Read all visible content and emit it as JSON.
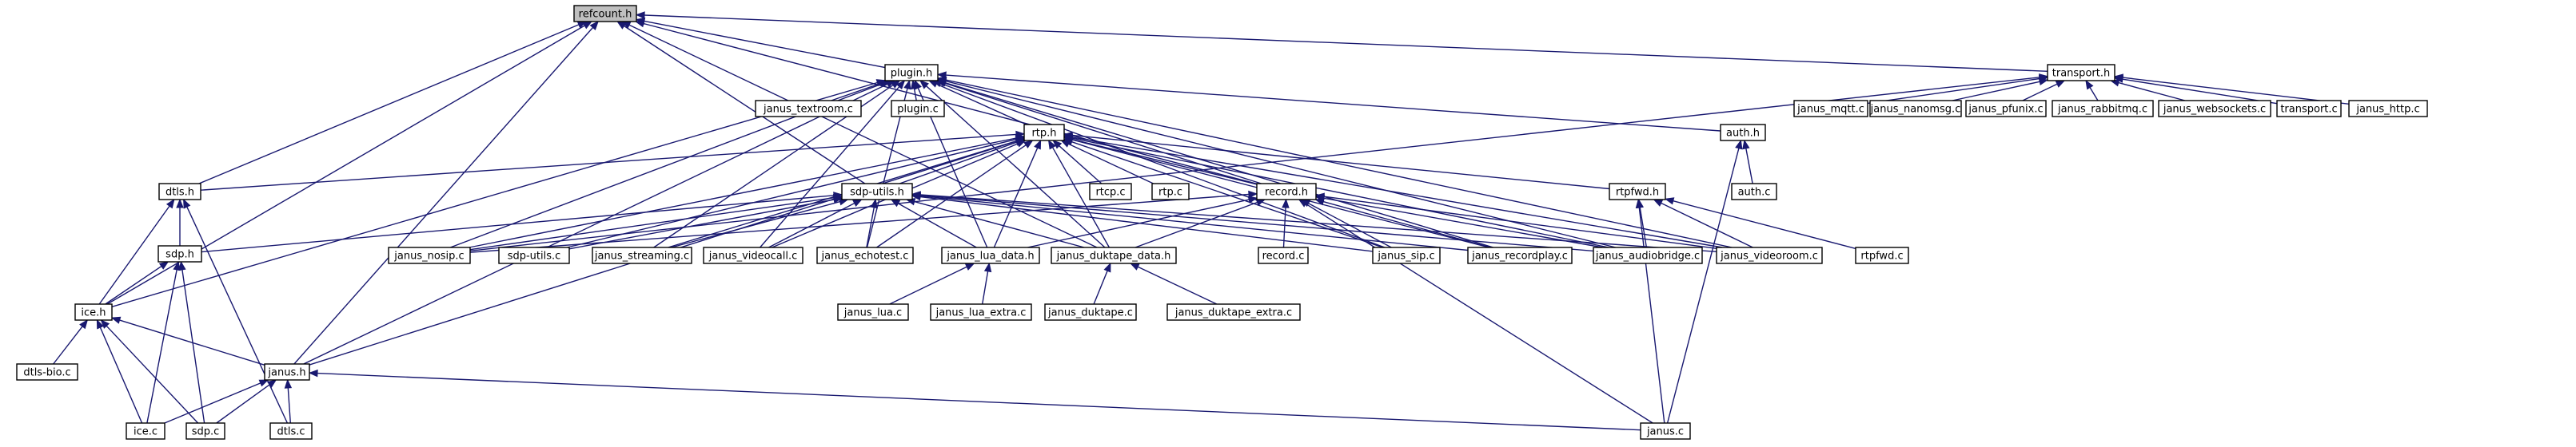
{
  "diagram": {
    "type": "include-dependency-graph",
    "colors": {
      "edge": "#191970",
      "node_border": "#000000",
      "node_fill": "#ffffff",
      "root_fill": "#bfbfbf",
      "text": "#000000"
    },
    "nodes": [
      {
        "id": "refcount_h",
        "label": "refcount.h",
        "root": true
      },
      {
        "id": "plugin_h",
        "label": "plugin.h"
      },
      {
        "id": "transport_h",
        "label": "transport.h"
      },
      {
        "id": "janus_textroom_c",
        "label": "janus_textroom.c"
      },
      {
        "id": "plugin_c",
        "label": "plugin.c"
      },
      {
        "id": "rtp_h",
        "label": "rtp.h"
      },
      {
        "id": "janus_mqtt_c",
        "label": "janus_mqtt.c"
      },
      {
        "id": "janus_nanomsg_c",
        "label": "janus_nanomsg.c"
      },
      {
        "id": "janus_pfunix_c",
        "label": "janus_pfunix.c"
      },
      {
        "id": "janus_rabbitmq_c",
        "label": "janus_rabbitmq.c"
      },
      {
        "id": "janus_websockets_c",
        "label": "janus_websockets.c"
      },
      {
        "id": "transport_c",
        "label": "transport.c"
      },
      {
        "id": "janus_http_c",
        "label": "janus_http.c"
      },
      {
        "id": "auth_h",
        "label": "auth.h"
      },
      {
        "id": "auth_c",
        "label": "auth.c"
      },
      {
        "id": "dtls_h",
        "label": "dtls.h"
      },
      {
        "id": "sdp_utils_h",
        "label": "sdp-utils.h"
      },
      {
        "id": "rtcp_c",
        "label": "rtcp.c"
      },
      {
        "id": "rtp_c",
        "label": "rtp.c"
      },
      {
        "id": "record_h",
        "label": "record.h"
      },
      {
        "id": "rtpfwd_h",
        "label": "rtpfwd.h"
      },
      {
        "id": "sdp_h",
        "label": "sdp.h"
      },
      {
        "id": "janus_nosip_c",
        "label": "janus_nosip.c"
      },
      {
        "id": "sdp_utils_c",
        "label": "sdp-utils.c"
      },
      {
        "id": "janus_streaming_c",
        "label": "janus_streaming.c"
      },
      {
        "id": "janus_videocall_c",
        "label": "janus_videocall.c"
      },
      {
        "id": "janus_echotest_c",
        "label": "janus_echotest.c"
      },
      {
        "id": "janus_lua_data_h",
        "label": "janus_lua_data.h"
      },
      {
        "id": "janus_duktape_data_h",
        "label": "janus_duktape_data.h"
      },
      {
        "id": "record_c",
        "label": "record.c"
      },
      {
        "id": "janus_sip_c",
        "label": "janus_sip.c"
      },
      {
        "id": "janus_recordplay_c",
        "label": "janus_recordplay.c"
      },
      {
        "id": "janus_audiobridge_c",
        "label": "janus_audiobridge.c"
      },
      {
        "id": "janus_videoroom_c",
        "label": "janus_videoroom.c"
      },
      {
        "id": "rtpfwd_c",
        "label": "rtpfwd.c"
      },
      {
        "id": "ice_h",
        "label": "ice.h"
      },
      {
        "id": "janus_lua_c",
        "label": "janus_lua.c"
      },
      {
        "id": "janus_lua_extra_c",
        "label": "janus_lua_extra.c"
      },
      {
        "id": "janus_duktape_c",
        "label": "janus_duktape.c"
      },
      {
        "id": "janus_duktape_extra_c",
        "label": "janus_duktape_extra.c"
      },
      {
        "id": "dtls_bio_c",
        "label": "dtls-bio.c"
      },
      {
        "id": "janus_h",
        "label": "janus.h"
      },
      {
        "id": "ice_c",
        "label": "ice.c"
      },
      {
        "id": "sdp_c",
        "label": "sdp.c"
      },
      {
        "id": "dtls_c",
        "label": "dtls.c"
      },
      {
        "id": "janus_c",
        "label": "janus.c"
      }
    ],
    "edges": [
      [
        "plugin_h",
        "refcount_h"
      ],
      [
        "transport_h",
        "refcount_h"
      ],
      [
        "dtls_h",
        "refcount_h"
      ],
      [
        "ice_h",
        "refcount_h"
      ],
      [
        "janus_h",
        "refcount_h"
      ],
      [
        "sdp_utils_h",
        "refcount_h"
      ],
      [
        "record_h",
        "refcount_h"
      ],
      [
        "janus_duktape_data_h",
        "refcount_h"
      ],
      [
        "janus_textroom_c",
        "plugin_h"
      ],
      [
        "plugin_c",
        "plugin_h"
      ],
      [
        "rtp_h",
        "plugin_h"
      ],
      [
        "auth_h",
        "plugin_h"
      ],
      [
        "janus_nosip_c",
        "plugin_h"
      ],
      [
        "janus_streaming_c",
        "plugin_h"
      ],
      [
        "janus_videocall_c",
        "plugin_h"
      ],
      [
        "janus_echotest_c",
        "plugin_h"
      ],
      [
        "janus_lua_data_h",
        "plugin_h"
      ],
      [
        "janus_duktape_data_h",
        "plugin_h"
      ],
      [
        "record_h",
        "plugin_h"
      ],
      [
        "janus_sip_c",
        "plugin_h"
      ],
      [
        "janus_recordplay_c",
        "plugin_h"
      ],
      [
        "janus_audiobridge_c",
        "plugin_h"
      ],
      [
        "janus_videoroom_c",
        "plugin_h"
      ],
      [
        "ice_h",
        "plugin_h"
      ],
      [
        "janus_h",
        "plugin_h"
      ],
      [
        "janus_mqtt_c",
        "transport_h"
      ],
      [
        "janus_nanomsg_c",
        "transport_h"
      ],
      [
        "janus_pfunix_c",
        "transport_h"
      ],
      [
        "janus_rabbitmq_c",
        "transport_h"
      ],
      [
        "janus_websockets_c",
        "transport_h"
      ],
      [
        "transport_c",
        "transport_h"
      ],
      [
        "janus_http_c",
        "transport_h"
      ],
      [
        "janus_nosip_c",
        "transport_h"
      ],
      [
        "auth_c",
        "auth_h"
      ],
      [
        "janus_c",
        "auth_h"
      ],
      [
        "dtls_h",
        "rtp_h"
      ],
      [
        "sdp_utils_h",
        "rtp_h"
      ],
      [
        "rtcp_c",
        "rtp_h"
      ],
      [
        "rtp_c",
        "rtp_h"
      ],
      [
        "record_h",
        "rtp_h"
      ],
      [
        "rtpfwd_h",
        "rtp_h"
      ],
      [
        "janus_nosip_c",
        "rtp_h"
      ],
      [
        "sdp_utils_c",
        "rtp_h"
      ],
      [
        "janus_streaming_c",
        "rtp_h"
      ],
      [
        "janus_videocall_c",
        "rtp_h"
      ],
      [
        "janus_echotest_c",
        "rtp_h"
      ],
      [
        "janus_lua_data_h",
        "rtp_h"
      ],
      [
        "janus_duktape_data_h",
        "rtp_h"
      ],
      [
        "janus_sip_c",
        "rtp_h"
      ],
      [
        "janus_recordplay_c",
        "rtp_h"
      ],
      [
        "janus_audiobridge_c",
        "rtp_h"
      ],
      [
        "janus_videoroom_c",
        "rtp_h"
      ],
      [
        "janus_h",
        "rtp_h"
      ],
      [
        "sdp_h",
        "sdp_utils_h"
      ],
      [
        "janus_nosip_c",
        "sdp_utils_h"
      ],
      [
        "sdp_utils_c",
        "sdp_utils_h"
      ],
      [
        "janus_streaming_c",
        "sdp_utils_h"
      ],
      [
        "janus_videocall_c",
        "sdp_utils_h"
      ],
      [
        "janus_echotest_c",
        "sdp_utils_h"
      ],
      [
        "janus_lua_data_h",
        "sdp_utils_h"
      ],
      [
        "janus_duktape_data_h",
        "sdp_utils_h"
      ],
      [
        "janus_sip_c",
        "sdp_utils_h"
      ],
      [
        "janus_recordplay_c",
        "sdp_utils_h"
      ],
      [
        "janus_audiobridge_c",
        "sdp_utils_h"
      ],
      [
        "janus_videoroom_c",
        "sdp_utils_h"
      ],
      [
        "janus_nosip_c",
        "record_h"
      ],
      [
        "janus_lua_data_h",
        "record_h"
      ],
      [
        "janus_duktape_data_h",
        "record_h"
      ],
      [
        "record_c",
        "record_h"
      ],
      [
        "janus_sip_c",
        "record_h"
      ],
      [
        "janus_recordplay_c",
        "record_h"
      ],
      [
        "janus_audiobridge_c",
        "record_h"
      ],
      [
        "janus_videoroom_c",
        "record_h"
      ],
      [
        "janus_c",
        "record_h"
      ],
      [
        "janus_audiobridge_c",
        "rtpfwd_h"
      ],
      [
        "janus_videoroom_c",
        "rtpfwd_h"
      ],
      [
        "rtpfwd_c",
        "rtpfwd_h"
      ],
      [
        "janus_c",
        "rtpfwd_h"
      ],
      [
        "janus_lua_c",
        "janus_lua_data_h"
      ],
      [
        "janus_lua_extra_c",
        "janus_lua_data_h"
      ],
      [
        "janus_duktape_c",
        "janus_duktape_data_h"
      ],
      [
        "janus_duktape_extra_c",
        "janus_duktape_data_h"
      ],
      [
        "sdp_h",
        "dtls_h"
      ],
      [
        "ice_h",
        "dtls_h"
      ],
      [
        "dtls_c",
        "dtls_h"
      ],
      [
        "ice_h",
        "sdp_h"
      ],
      [
        "ice_c",
        "sdp_h"
      ],
      [
        "sdp_c",
        "sdp_h"
      ],
      [
        "dtls_bio_c",
        "ice_h"
      ],
      [
        "janus_h",
        "ice_h"
      ],
      [
        "ice_c",
        "ice_h"
      ],
      [
        "sdp_c",
        "ice_h"
      ],
      [
        "ice_c",
        "janus_h"
      ],
      [
        "sdp_c",
        "janus_h"
      ],
      [
        "dtls_c",
        "janus_h"
      ],
      [
        "janus_c",
        "janus_h"
      ]
    ]
  }
}
